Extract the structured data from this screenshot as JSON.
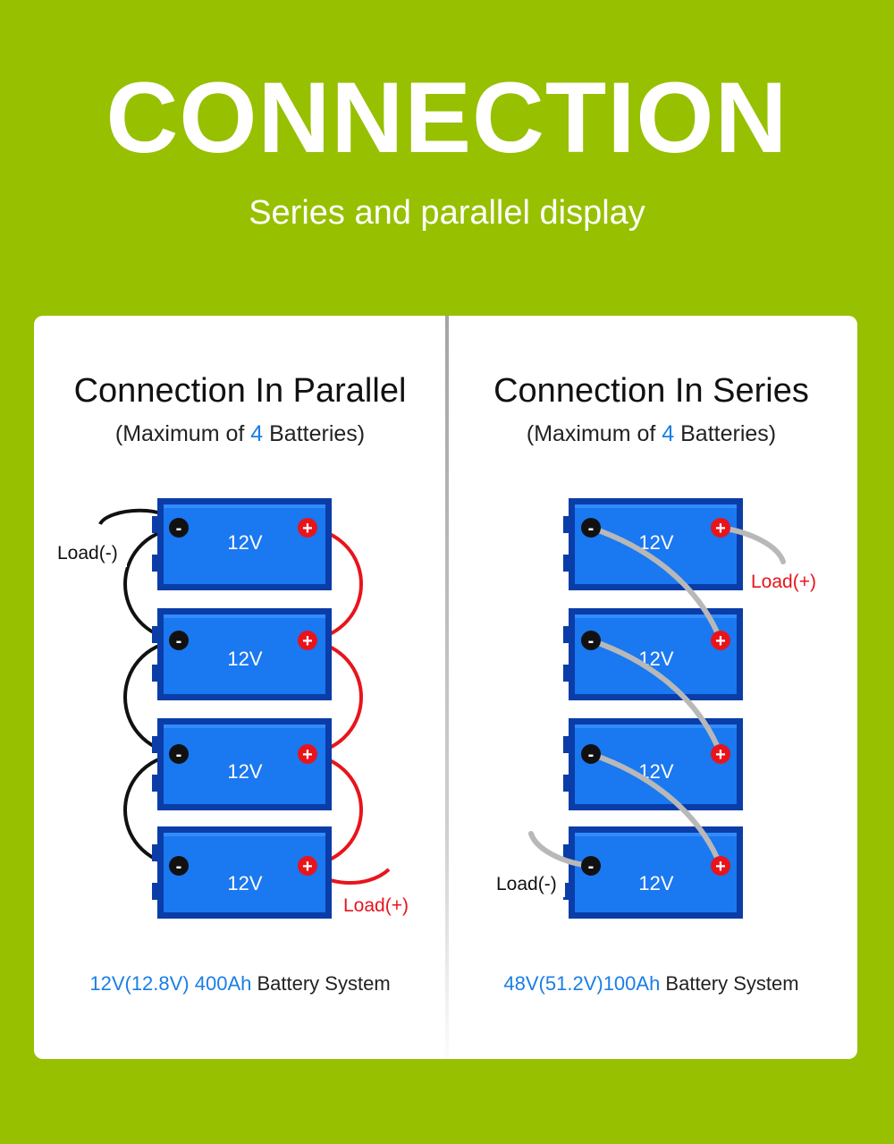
{
  "header": {
    "title": "CONNECTION",
    "subtitle": "Series and parallel display"
  },
  "parallel": {
    "title": "Connection In Parallel",
    "sub_prefix": "(Maximum of ",
    "sub_count": "4",
    "sub_suffix": " Batteries)",
    "battery_labels": [
      "12V",
      "12V",
      "12V",
      "12V"
    ],
    "load_neg": "Load(-)",
    "load_pos": "Load(+)",
    "foot_highlight": "12V(12.8V) 400Ah",
    "foot_text": " Battery System"
  },
  "series": {
    "title": "Connection In Series",
    "sub_prefix": "(Maximum of ",
    "sub_count": "4",
    "sub_suffix": " Batteries)",
    "battery_labels": [
      "12V",
      "12V",
      "12V",
      "12V"
    ],
    "load_neg": "Load(-)",
    "load_pos": "Load(+)",
    "foot_highlight": "48V(51.2V)100Ah",
    "foot_text": " Battery System"
  },
  "terminals": {
    "neg": "-",
    "pos": "+"
  },
  "colors": {
    "background": "#97c000",
    "battery_body": "#1a78f0",
    "battery_border": "#0a3da8",
    "accent_blue": "#1a7ee6",
    "positive_terminal": "#e8141c",
    "negative_terminal": "#111111",
    "parallel_pos_wire": "#e8141c",
    "parallel_neg_wire": "#111111",
    "series_wire": "#b8b8b8"
  }
}
